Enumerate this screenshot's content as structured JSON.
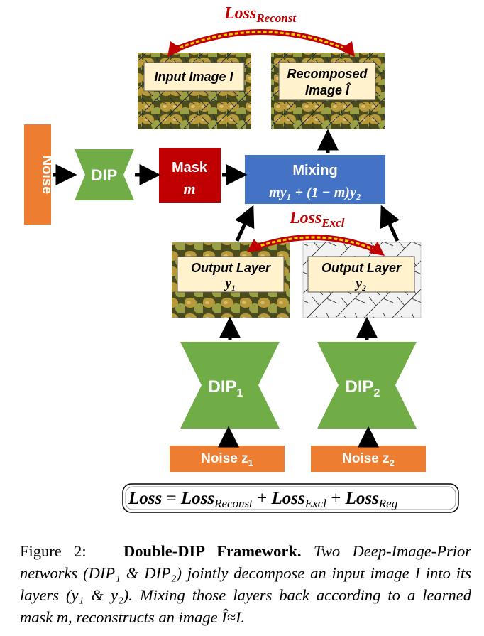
{
  "diagram": {
    "noise_left": "Noise",
    "dip_top": "DIP",
    "mask": {
      "label": "Mask",
      "symbol": "m"
    },
    "mixing": {
      "label": "Mixing",
      "formula": "my₁ + (1 − m)y₂"
    },
    "input_image": "Input Image I",
    "recomposed_image": {
      "line1": "Recomposed",
      "line2": "Image Î"
    },
    "loss_reconst": {
      "main": "Loss",
      "sub": "Reconst"
    },
    "loss_excl": {
      "main": "Loss",
      "sub": "Excl"
    },
    "output1": {
      "line1": "Output Layer",
      "line2": "y₁"
    },
    "output2": {
      "line1": "Output Layer",
      "line2": "y₂"
    },
    "dip1": {
      "main": "DIP",
      "sub": "1"
    },
    "dip2": {
      "main": "DIP",
      "sub": "2"
    },
    "noise1": {
      "main": "Noise z",
      "sub": "1"
    },
    "noise2": {
      "main": "Noise z",
      "sub": "2"
    },
    "total_loss": {
      "lhs": "Loss",
      "eq": "=",
      "t1": "Loss",
      "t1_sub": "Reconst",
      "plus1": "+",
      "t2": "Loss",
      "t2_sub": "Excl",
      "plus2": "+",
      "t3": "Loss",
      "t3_sub": "Reg"
    },
    "colors": {
      "orange": "#ed7d31",
      "green": "#70ad47",
      "red": "#c00000",
      "blue": "#4472c4",
      "yellow_arrow": "#ffd500",
      "label_bg": "#fff2cc"
    }
  },
  "caption": {
    "prefix": "Figure 2:",
    "title": "Double-DIP Framework.",
    "body": "Two Deep-Image-Prior networks (DIP₁ & DIP₂) jointly decompose an input image I into its layers (y₁ & y₂). Mixing those layers back according to a learned mask m, reconstructs an image Î≈I."
  }
}
